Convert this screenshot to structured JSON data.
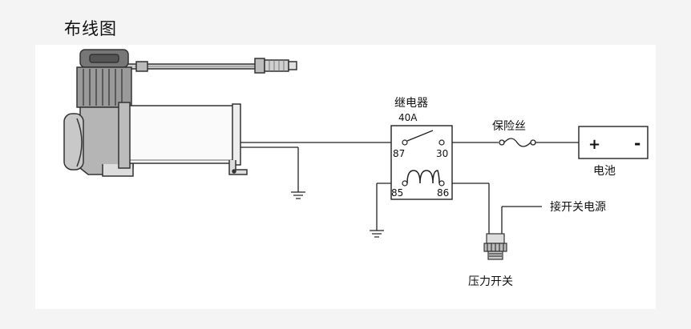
{
  "title": "布线图",
  "diagram": {
    "relay_label": "继电器",
    "relay_rating": "40A",
    "pin_87": "87",
    "pin_30": "30",
    "pin_85": "85",
    "pin_86": "86",
    "fuse_label": "保险丝",
    "battery_label": "电池",
    "battery_plus": "+",
    "battery_minus": "-",
    "switch_power_label": "接开关电源",
    "pressure_switch_label": "压力开关"
  }
}
